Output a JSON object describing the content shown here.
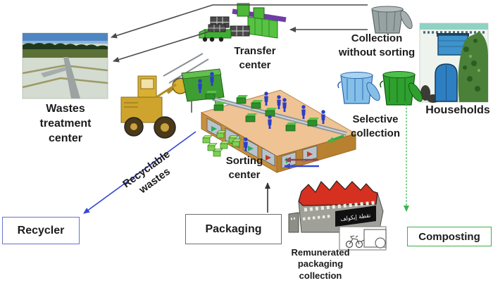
{
  "labels": {
    "wastes_treatment": "Wastes\ntreatment\ncenter",
    "transfer": "Transfer\ncenter",
    "collection_without_sorting": "Collection\nwithout sorting",
    "households": "Households",
    "selective_collection": "Selective\ncollection",
    "sorting": "Sorting\ncenter",
    "recyclable_wastes": "Recyclable\nwastes",
    "remunerated": "Remunerated\npackaging\ncollection",
    "banner": "نقطة إيكولف"
  },
  "boxes": {
    "recycler": {
      "label": "Recycler",
      "border": "#6673cf"
    },
    "packaging": {
      "label": "Packaging",
      "border": "#6e6e6e"
    },
    "composting": {
      "label": "Composting",
      "border": "#3fae49"
    }
  },
  "colors": {
    "arrow_gray": "#4a4a4a",
    "arrow_blue": "#3546d6",
    "arrow_red": "#8e4255",
    "arrow_green": "#3cb54a",
    "platform_top": "#f0c394",
    "worker_blue": "#2a3ec8"
  },
  "icons": {
    "unsorted-bin-icon": "gray trash can, open lid",
    "blue-bin-icon": "blue trash can, lid leaning",
    "green-bin-icon": "green trash can, lid leaning",
    "landfill-photo": "landfill waste-treatment site photo",
    "households-photo": "white house with blue door and window",
    "transfer-center-art": "green transfer station with truck and crates",
    "loader-hopper-art": "yellow wheel loader feeding green hopper",
    "sorting-platform-art": "sorting platform with conveyor, workers, green bales",
    "ecolef-building-art": "gray collection building, red roof, bike cart"
  }
}
